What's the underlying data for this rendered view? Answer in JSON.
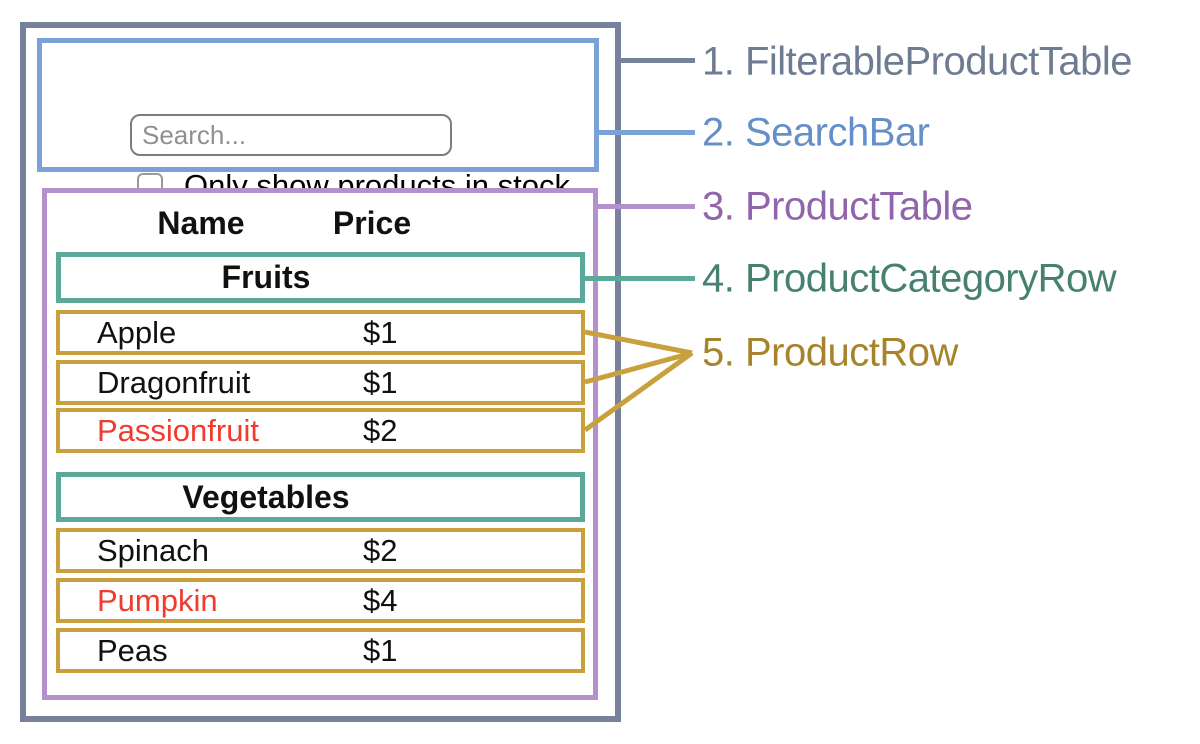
{
  "colors": {
    "filterable_outline": "#77819b",
    "searchbar_outline": "#7ba2d8",
    "product_table_outline": "#b491cc",
    "category_row_outline": "#5ba99a",
    "product_row_outline": "#c8a13d",
    "label_filterable": "#6e7c92",
    "label_searchbar": "#648fc8",
    "label_product_table": "#9165ab",
    "label_category_row": "#468070",
    "label_product_row": "#a6842c",
    "out_of_stock_text": "#f23a2e",
    "row_text": "#111111",
    "placeholder_text": "#909090"
  },
  "search_bar": {
    "input_placeholder": "Search...",
    "input_value": "",
    "checkbox_label": "Only show products in stock",
    "checkbox_checked": false
  },
  "product_table": {
    "columns": {
      "name": "Name",
      "price": "Price"
    },
    "sections": [
      {
        "category": "Fruits",
        "rows": [
          {
            "name": "Apple",
            "price": "$1",
            "in_stock": true
          },
          {
            "name": "Dragonfruit",
            "price": "$1",
            "in_stock": true
          },
          {
            "name": "Passionfruit",
            "price": "$2",
            "in_stock": false
          }
        ]
      },
      {
        "category": "Vegetables",
        "rows": [
          {
            "name": "Spinach",
            "price": "$2",
            "in_stock": true
          },
          {
            "name": "Pumpkin",
            "price": "$4",
            "in_stock": false
          },
          {
            "name": "Peas",
            "price": "$1",
            "in_stock": true
          }
        ]
      }
    ]
  },
  "legend": [
    {
      "label": "1. FilterableProductTable"
    },
    {
      "label": "2. SearchBar"
    },
    {
      "label": "3. ProductTable"
    },
    {
      "label": "4. ProductCategoryRow"
    },
    {
      "label": "5. ProductRow"
    }
  ]
}
